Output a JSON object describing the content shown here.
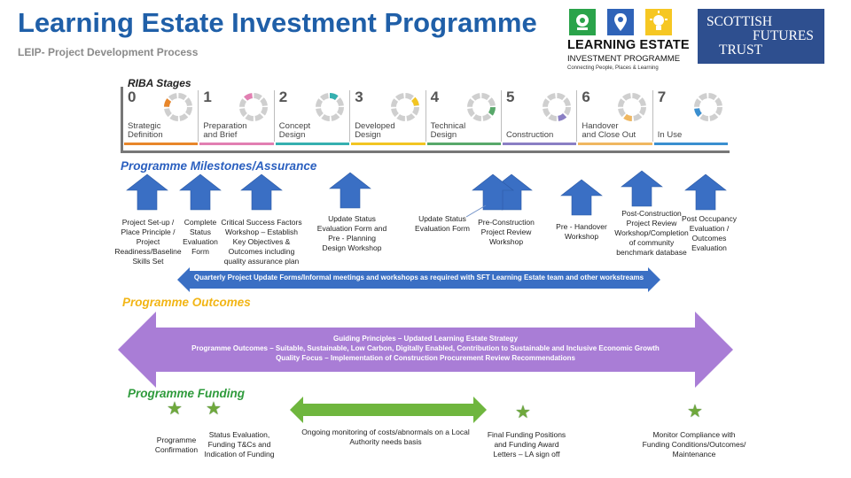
{
  "header": {
    "title": "Learning Estate Investment Programme",
    "subtitle": "LEIP- Project Development Process"
  },
  "logos": {
    "leip_line1": "LEARNING ESTATE",
    "leip_line2": "INVESTMENT PROGRAMME",
    "leip_line3": "Connecting People, Places & Learning",
    "sft_line1": "SCOTTISH",
    "sft_line2": "FUTURES",
    "sft_line3": "TRUST"
  },
  "riba": {
    "heading": "RIBA Stages",
    "stages": [
      {
        "num": "0",
        "name1": "Strategic",
        "name2": "Definition",
        "color": "#e8862a"
      },
      {
        "num": "1",
        "name1": "Preparation",
        "name2": "and Brief",
        "color": "#e27fb2"
      },
      {
        "num": "2",
        "name1": "Concept",
        "name2": "Design",
        "color": "#35b0b0"
      },
      {
        "num": "3",
        "name1": "Developed",
        "name2": "Design",
        "color": "#f2c522"
      },
      {
        "num": "4",
        "name1": "Technical",
        "name2": "Design",
        "color": "#58a86a"
      },
      {
        "num": "5",
        "name1": "",
        "name2": "Construction",
        "color": "#8a7fc4"
      },
      {
        "num": "6",
        "name1": "Handover",
        "name2": "and Close Out",
        "color": "#f0b760"
      },
      {
        "num": "7",
        "name1": "",
        "name2": "In Use",
        "color": "#3a8fd0"
      }
    ]
  },
  "milestones": {
    "heading": "Programme Milestones/Assurance",
    "items": [
      {
        "text": "Project Set-up / Place Principle / Project Readiness/Baseline Skills Set"
      },
      {
        "text": "Complete Status Evaluation Form"
      },
      {
        "text": "Critical Success Factors Workshop – Establish Key Objectives & Outcomes including quality assurance plan"
      },
      {
        "text": "Update Status Evaluation Form and Pre - Planning Design Workshop"
      },
      {
        "text": "Update Status Evaluation Form"
      },
      {
        "text": "Pre-Construction Project Review Workshop"
      },
      {
        "text": "Pre - Handover Workshop"
      },
      {
        "text": "Post-Construction Project Review Workshop/Completion of community benchmark database"
      },
      {
        "text": "Post Occupancy Evaluation / Outcomes Evaluation"
      }
    ],
    "quarterly_band": "Quarterly Project Update Forms/Informal meetings and workshops as required with SFT Learning Estate team and other workstreams"
  },
  "outcomes": {
    "heading": "Programme Outcomes",
    "line1": "Guiding Principles – Updated Learning Estate Strategy",
    "line2": "Programme Outcomes – Suitable, Sustainable, Low Carbon, Digitally Enabled, Contribution to Sustainable and Inclusive Economic Growth",
    "line3": "Quality Focus – Implementation of Construction Procurement Review Recommendations"
  },
  "funding": {
    "heading": "Programme Funding",
    "items": [
      {
        "text": "Programme Confirmation"
      },
      {
        "text": "Status Evaluation, Funding T&Cs and Indication of Funding"
      },
      {
        "text": "Ongoing monitoring of costs/abnormals on a Local Authority needs basis"
      },
      {
        "text": "Final Funding Positions and Funding Award Letters – LA sign off"
      },
      {
        "text": "Monitor Compliance with Funding Conditions/Outcomes/ Maintenance"
      }
    ]
  },
  "colors": {
    "title_blue": "#1f5fa8",
    "arrow_blue": "#3a6fc4",
    "outcomes_purple": "#a97dd6",
    "funding_green": "#6fb63e",
    "outcomes_heading": "#f2b515",
    "funding_heading": "#2f9b3c"
  }
}
